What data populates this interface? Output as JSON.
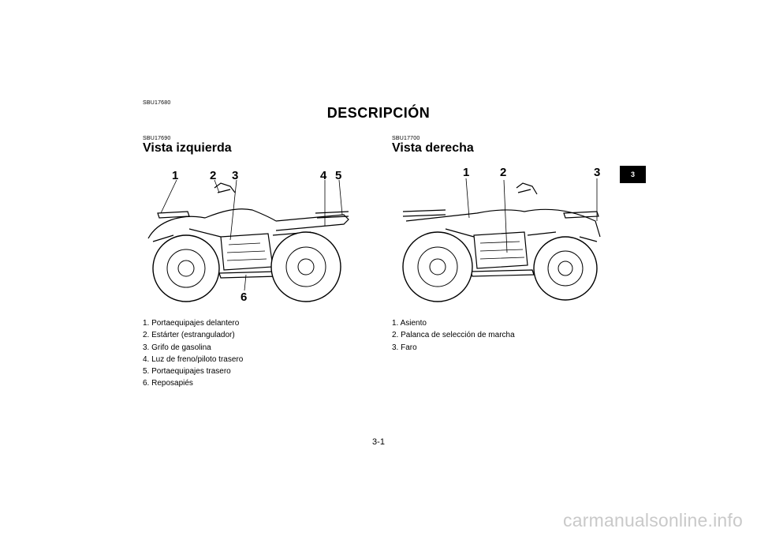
{
  "header": {
    "code": "SBU17680",
    "title": "DESCRIPCIÓN"
  },
  "left": {
    "code": "SBU17690",
    "heading": "Vista izquierda",
    "callouts": [
      "1",
      "2",
      "3",
      "4",
      "5",
      "6"
    ],
    "items": [
      "1. Portaequipajes delantero",
      "2. Estárter (estrangulador)",
      "3. Grifo de gasolina",
      "4. Luz de freno/piloto trasero",
      "5. Portaequipajes trasero",
      "6. Reposapiés"
    ]
  },
  "right": {
    "code": "SBU17700",
    "heading": "Vista derecha",
    "callouts": [
      "1",
      "2",
      "3"
    ],
    "items": [
      "1. Asiento",
      "2. Palanca de selección de marcha",
      "3. Faro"
    ]
  },
  "chapter_tab": "3",
  "page_number": "3-1",
  "watermark": "carmanualsonline.info",
  "icons": {
    "left_illustration": "atv-left-side-illustration",
    "right_illustration": "atv-right-side-illustration"
  }
}
